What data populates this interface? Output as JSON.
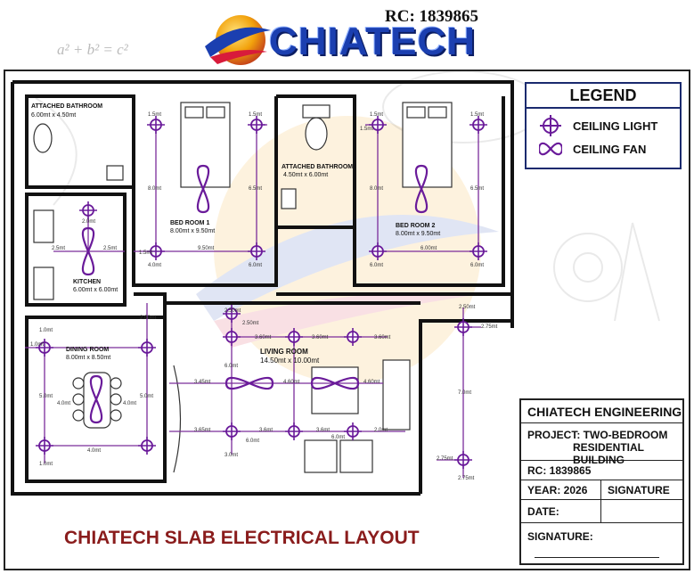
{
  "header": {
    "rc": "RC: 1839865",
    "brand": "CHIATECH",
    "math_formula": "a² + b² = c²"
  },
  "legend": {
    "title": "LEGEND",
    "items": [
      {
        "icon": "ceiling-light-icon",
        "label": "CEILING LIGHT"
      },
      {
        "icon": "ceiling-fan-icon",
        "label": "CEILING FAN"
      }
    ]
  },
  "rooms": [
    {
      "name": "ATTACHED BATHROOM",
      "size": "6.00mt x 4.50mt"
    },
    {
      "name": "BED ROOM 1",
      "size": "8.00mt x 9.50mt"
    },
    {
      "name": "ATTACHED BATHROOM",
      "size": "4.50mt x 6.00mt"
    },
    {
      "name": "BED ROOM 2",
      "size": "8.00mt x 9.50mt"
    },
    {
      "name": "KITCHEN",
      "size": "6.00mt x 6.00mt"
    },
    {
      "name": "DINING ROOM",
      "size": "8.00mt x 8.50mt"
    },
    {
      "name": "LIVING ROOM",
      "size": "14.50mt x 10.00mt"
    }
  ],
  "dimensions": {
    "bed1_top_left": "1.5mt",
    "bed1_top_right": "1.5mt",
    "bed1_left": "8.0mt",
    "bed1_right": "6.5mt",
    "bed1_mid_left": "1.5mt",
    "bed1_mid": "9.50mt",
    "bed1_bottom_left": "4.0mt",
    "bed1_bottom_right": "6.0mt",
    "bed2_top_left": "1.5mt",
    "bed2_top_right": "1.5mt",
    "bed2_top_far": "1.5mt",
    "bed2_left": "8.0mt",
    "bed2_right": "6.5mt",
    "bed2_mid": "6.00mt",
    "bed2_bottom_left": "6.0mt",
    "bed2_bottom_right": "6.0mt",
    "kitchen_top": "2.0mt",
    "kitchen_left": "2.5mt",
    "kitchen_right": "2.5mt",
    "dining_top_left": "1.0mt",
    "dining_left_edge": "1.0mt",
    "dining_top_right": "2.00mt",
    "dining_left": "5.0mt",
    "dining_right": "5.0mt",
    "dining_mid_left": "4.0mt",
    "dining_mid_right": "4.0mt",
    "dining_bottom": "4.0mt",
    "dining_bottom_left": "1.0mt",
    "living_top": "2.50mt",
    "living_top2": "2.50mt",
    "living_a": "3.60mt",
    "living_b": "3.60mt",
    "living_c": "3.60mt",
    "living_d": "6.0mt",
    "living_e": "3.45mt",
    "living_f": "4.60mt",
    "living_g": "4.60mt",
    "living_h": "3.65mt",
    "living_i": "3.6mt",
    "living_j": "3.6mt",
    "living_k": "2.0mt",
    "living_l": "6.0mt",
    "living_m": "6.0mt",
    "living_n": "3.0mt",
    "right_top": "2.50mt",
    "right_top2": "2.75mt",
    "right_mid": "7.0mt",
    "right_bottom": "2.75mt",
    "right_bottom2": "2.75mt"
  },
  "title_block": {
    "company": "CHIATECH ENGINEERING",
    "project_line1": "PROJECT: TWO-BEDROOM",
    "project_line2": "RESIDENTIAL BUILDING",
    "rc": "RC: 1839865",
    "year": "YEAR: 2026",
    "signature_header": "SIGNATURE",
    "date": "DATE:",
    "signature": "SIGNATURE:"
  },
  "footer": {
    "title": "CHIATECH SLAB ELECTRICAL LAYOUT"
  },
  "colors": {
    "wire": "#7b2d9b",
    "fixture": "#6a1b9a",
    "wall": "#111111",
    "brand": "#1b3fb0",
    "footer": "#8a1c1c"
  }
}
